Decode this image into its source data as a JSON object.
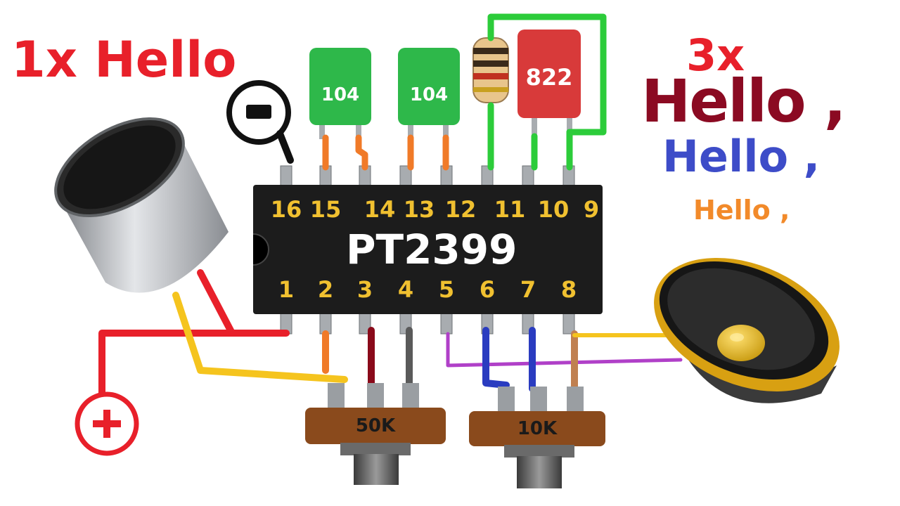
{
  "titles": {
    "left": "1x Hello",
    "right_prefix": "3x",
    "echo_1": "Hello ,",
    "echo_2": "Hello ,",
    "echo_3": "Hello ,"
  },
  "ic": {
    "label": "PT2399",
    "top_pins": [
      "16",
      "15",
      "14",
      "13",
      "12",
      "11",
      "10",
      "9"
    ],
    "bottom_pins": [
      "1",
      "2",
      "3",
      "4",
      "5",
      "6",
      "7",
      "8"
    ]
  },
  "components": {
    "capacitor_1": "104",
    "capacitor_2": "104",
    "capacitor_3": "822",
    "pot_1": "50K",
    "pot_2": "10K"
  },
  "symbols": {
    "minus": "−",
    "plus": "+"
  },
  "colors": {
    "red_wire": "#e8202a",
    "yellow_wire": "#f5c41e",
    "orange_wire": "#f07a28",
    "green_wire": "#2ccc3a",
    "purple_wire": "#b040c8",
    "blue_wire": "#2a3cc0",
    "dark_red_wire": "#8a0a1a",
    "grey_wire": "#5a5a5a",
    "brown_wire": "#c08050",
    "ic_body": "#1c1c1c",
    "pin_label": "#f0c030",
    "capacitor_green": "#2eb84a",
    "capacitor_red": "#d83a3a",
    "pot_body": "#8a4a1c"
  }
}
